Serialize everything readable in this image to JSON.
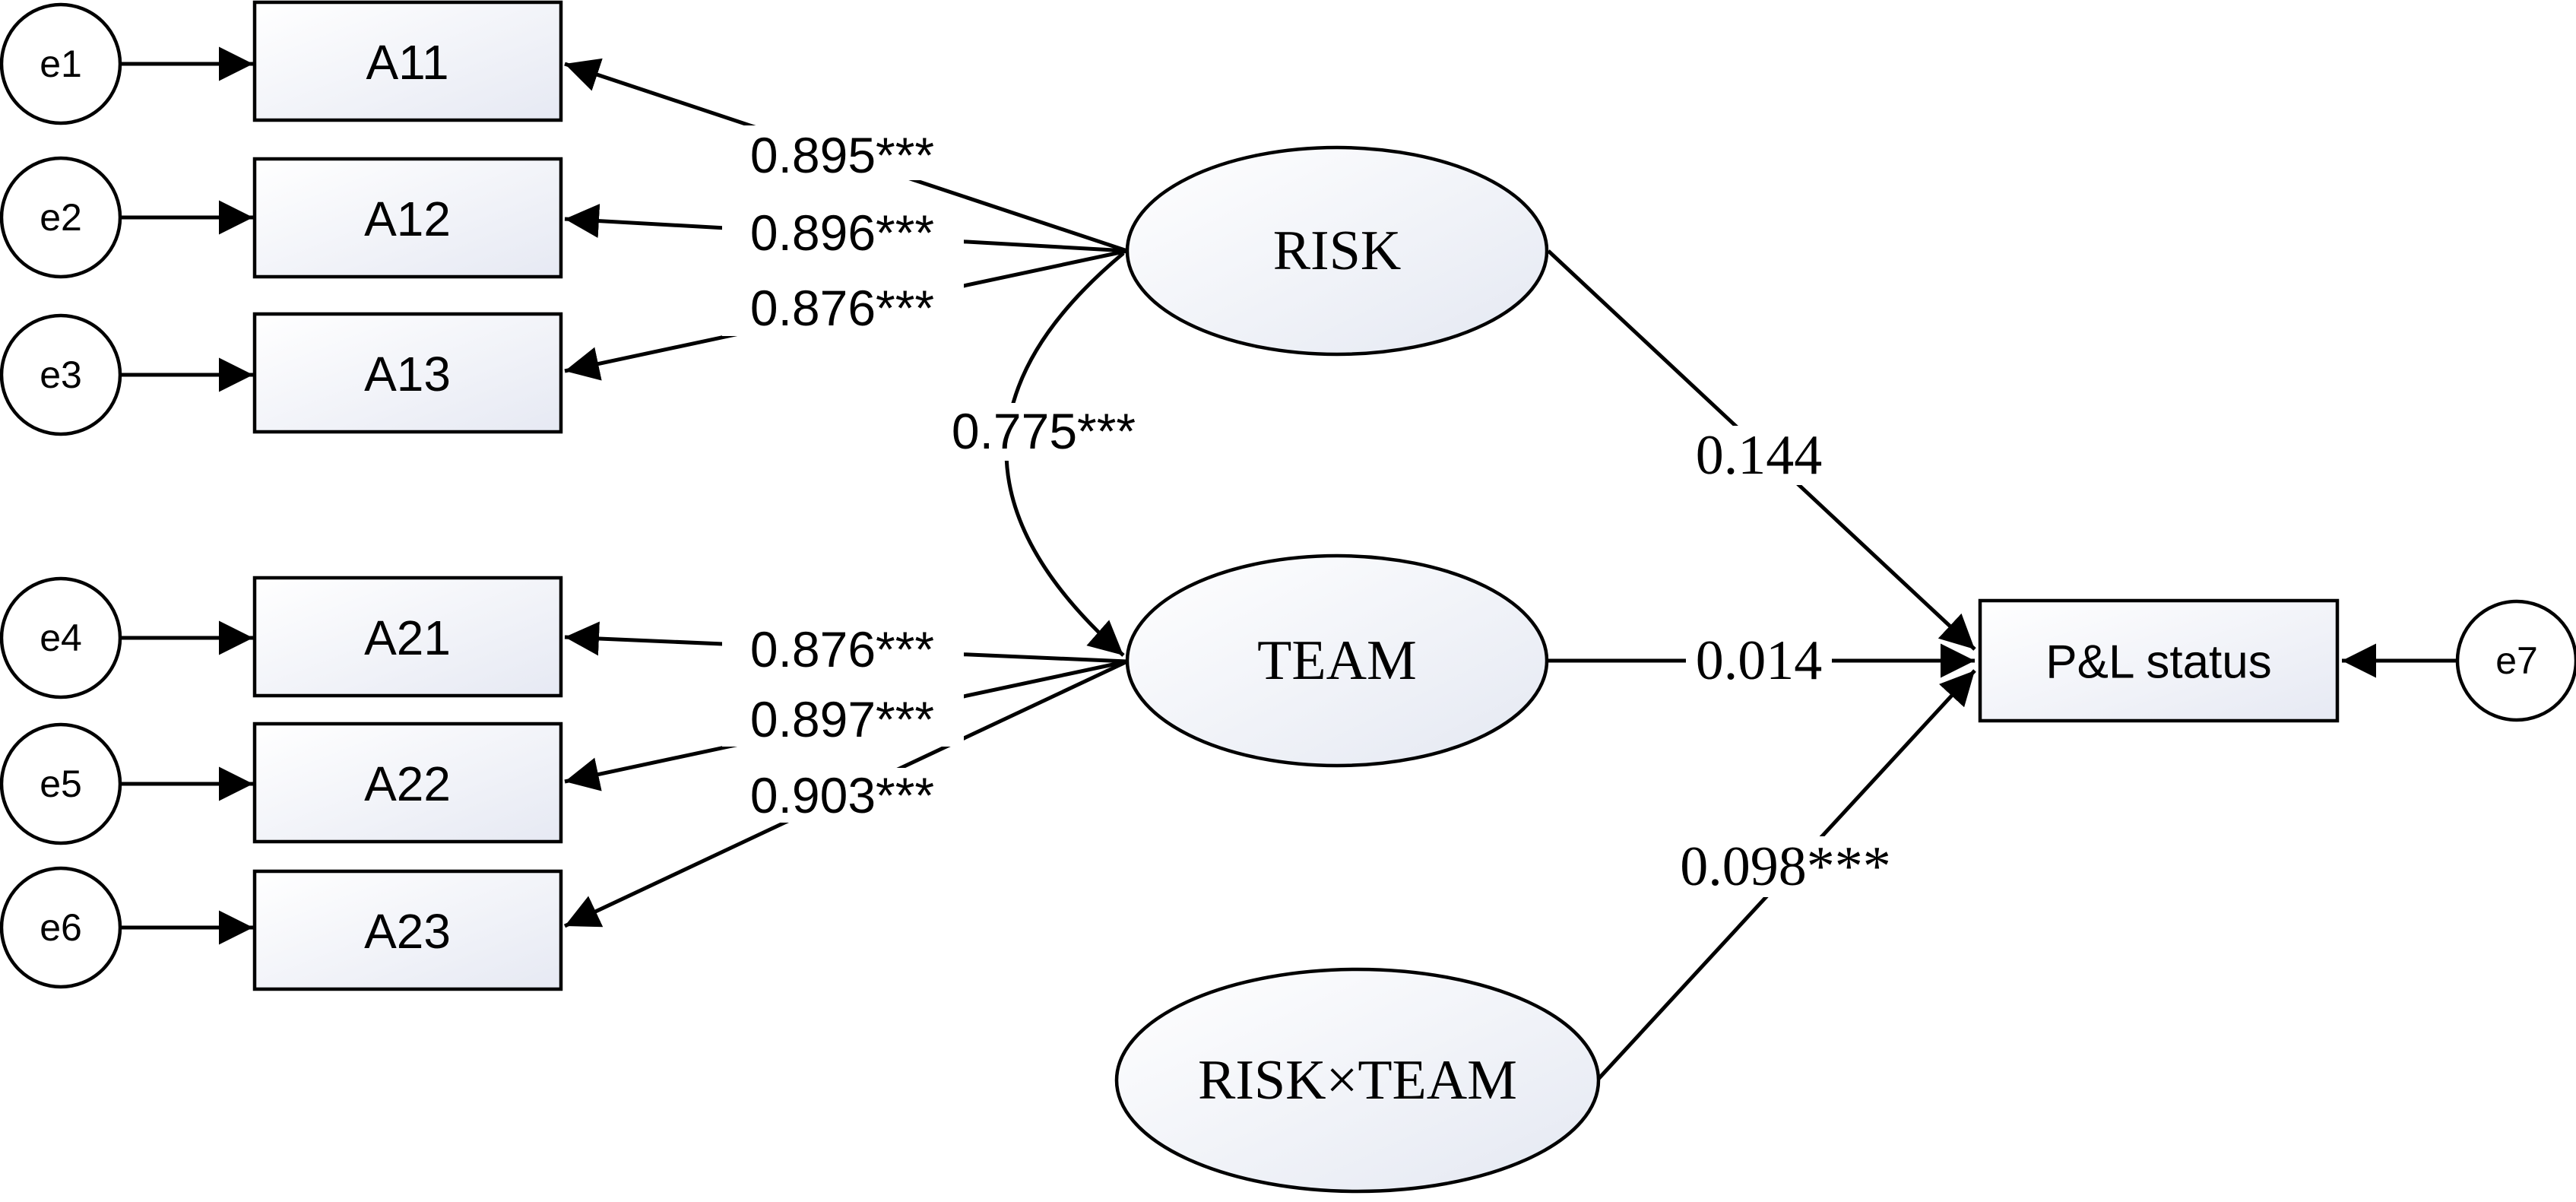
{
  "diagram": {
    "errors": [
      "e1",
      "e2",
      "e3",
      "e4",
      "e5",
      "e6",
      "e7"
    ],
    "indicators": [
      "A11",
      "A12",
      "A13",
      "A21",
      "A22",
      "A23"
    ],
    "outcome": "P&L status",
    "latents": {
      "risk": "RISK",
      "team": "TEAM",
      "interaction": "RISK×TEAM"
    },
    "loadings": {
      "a11": "0.895***",
      "a12": "0.896***",
      "a13": "0.876***",
      "a21": "0.876***",
      "a22": "0.897***",
      "a23": "0.903***"
    },
    "covariance": "0.775***",
    "paths": {
      "risk": "0.144",
      "team": "0.014",
      "interaction": "0.098***"
    }
  }
}
